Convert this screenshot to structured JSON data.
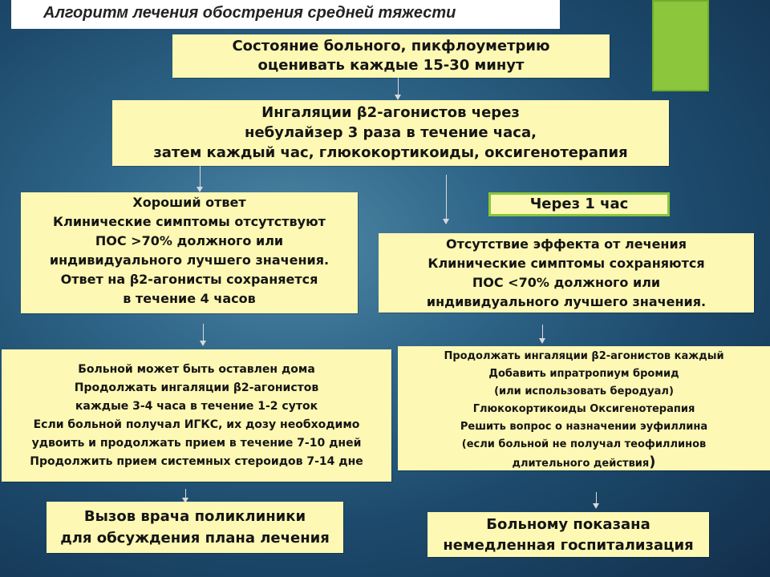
{
  "title": "Алгоритм лечения обострения средней тяжести",
  "assessment": {
    "line1": "Состояние больного, пикфлоуметрию",
    "line2": "оценивать каждые 15-30 минут"
  },
  "inhalation": {
    "line1": "Ингаляции β2-агонистов через",
    "line2": "небулайзер 3 раза в течение часа,",
    "line3": "затем каждый час,  глюкокортикоиды, оксигенотерапия"
  },
  "after_one_hour": "Через 1 час",
  "good_response": {
    "line1": "Хороший ответ",
    "line2": "Клинические симптомы отсутствуют",
    "line3": "ПОС >70% должного или",
    "line4": "индивидуального лучшего значения.",
    "line5": "Ответ на β2-агонисты сохраняется",
    "line6": "в течение 4 часов"
  },
  "no_effect": {
    "line1": "Отсутствие эффекта от лечения",
    "line2": "Клинические симптомы сохраняются",
    "line3": "ПОС <70% должного или",
    "line4": "индивидуального лучшего значения."
  },
  "home_care": {
    "line1": "Больной может быть оставлен дома",
    "line2": "Продолжать ингаляции β2-агонистов",
    "line3": "каждые 3-4 часа в течение 1-2 суток",
    "line4": "Если больной получал ИГКС, их дозу необходимо",
    "line5": "удвоить и продолжать прием в течение 7-10 дней",
    "line6": "Продолжить прием системных стероидов 7-14 дне"
  },
  "continue_care": {
    "line1": "Продолжать ингаляции β2-агонистов каждый",
    "line2": "Добавить ипратропиум бромид",
    "line3": "(или использовать беродуал)",
    "line4": "Глюкокортикоиды Оксигенотерапия",
    "line5": "Решить вопрос о назначении эуфиллина",
    "line6": "(если больной не получал теофиллинов",
    "line7": "длительного действия",
    "line7_paren": ")"
  },
  "clinic_call": {
    "line1": "Вызов врача поликлиники",
    "line2": "для обсуждения плана лечения"
  },
  "hospitalization": {
    "line1": "Больному показана",
    "line2": "немедленная госпитализация"
  },
  "colors": {
    "box_fill": "#fdf8b3",
    "accent_green": "#8bc63c",
    "background_dark": "#122f4c"
  }
}
